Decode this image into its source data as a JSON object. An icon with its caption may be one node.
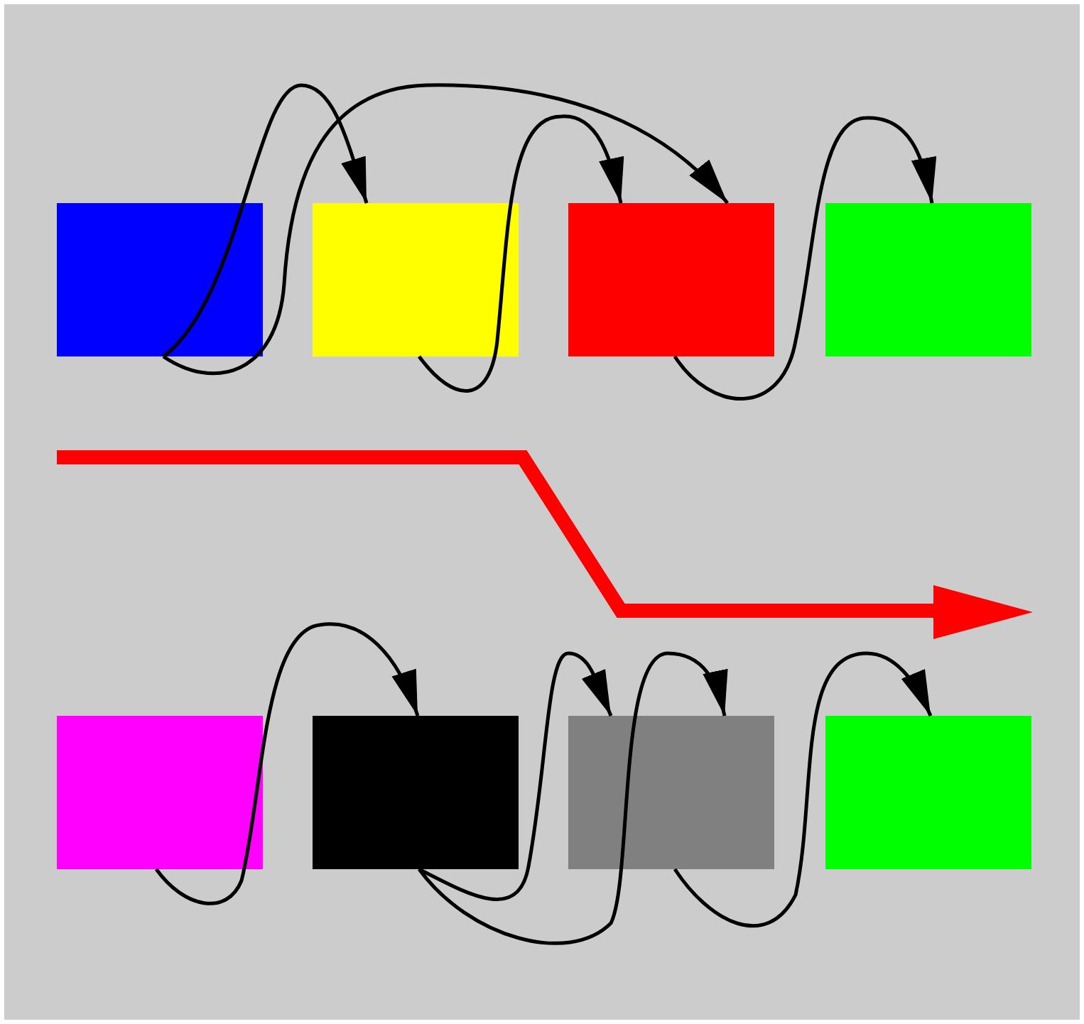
{
  "diagram": {
    "nodes": [
      {
        "text": [],
        "shape": "box"
      },
      {
        "text": [],
        "shape": "box"
      },
      {
        "text": [],
        "shape": "box"
      },
      {
        "text": [],
        "shape": "box"
      },
      {
        "text": [],
        "shape": "box"
      },
      {
        "text": [],
        "shape": "box"
      },
      {
        "text": [],
        "shape": "box"
      },
      {
        "text": [],
        "shape": "box"
      }
    ],
    "edges": [
      {
        "from": 0,
        "to": 1,
        "arrow": "to"
      },
      {
        "from": 0,
        "to": 2,
        "arrow": "to"
      },
      {
        "from": 1,
        "to": 2,
        "arrow": "to"
      },
      {
        "from": 2,
        "to": 3,
        "arrow": "to"
      },
      {
        "from": 4,
        "to": 5,
        "arrow": "to"
      },
      {
        "from": 5,
        "to": 6,
        "arrow": "to"
      },
      {
        "from": 5,
        "to": 6,
        "arrow": "to"
      },
      {
        "from": 6,
        "to": 7,
        "arrow": "to"
      }
    ]
  }
}
